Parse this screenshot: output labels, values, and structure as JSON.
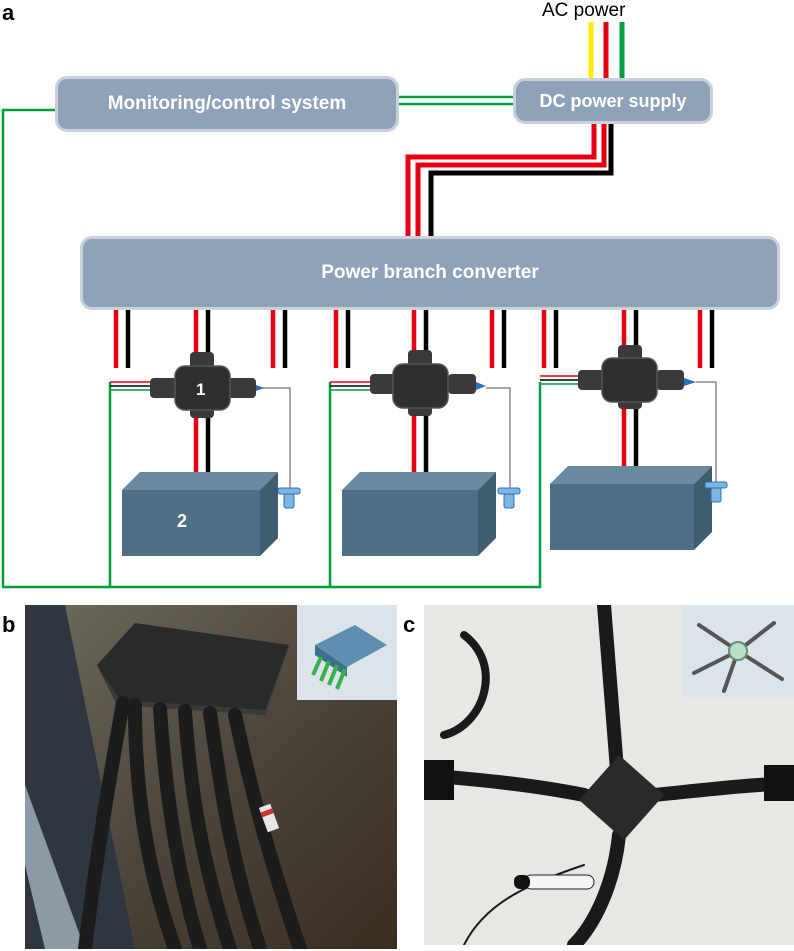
{
  "panels": {
    "a": "a",
    "b": "b",
    "c": "c"
  },
  "diagram": {
    "ac_power": "AC power",
    "monitoring": "Monitoring/control system",
    "dc_supply": "DC power supply",
    "branch_converter": "Power branch converter",
    "label_connector": "1",
    "label_battery": "2"
  },
  "colors": {
    "block_fill": "#8fa2b9",
    "wire_red": "#e60012",
    "wire_black": "#000000",
    "wire_green": "#00a03c",
    "wire_yellow": "#ffee00",
    "box_front": "#4f6f84",
    "box_top": "#6b8aa0"
  },
  "icons": [
    "x-connector-icon",
    "battery-box-icon",
    "sensor-probe-icon",
    "cad-model-icon"
  ]
}
